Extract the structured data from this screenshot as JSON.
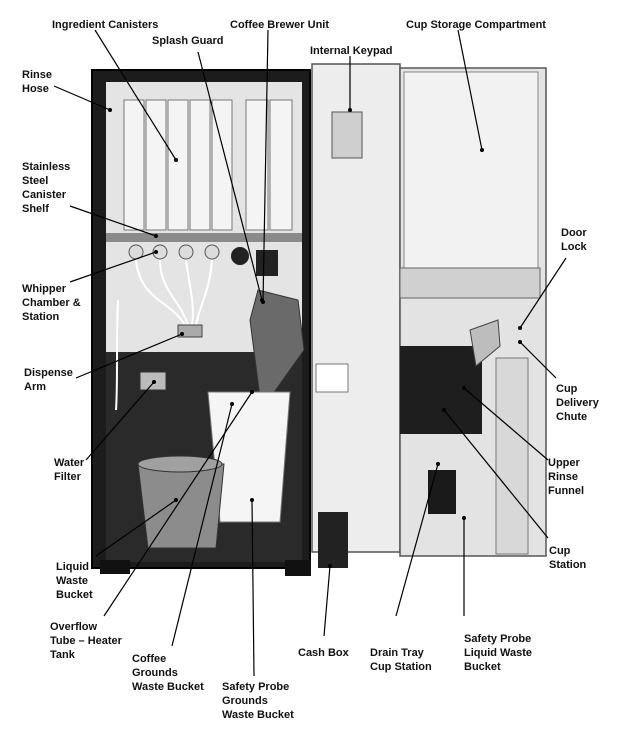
{
  "labels": {
    "ingredient_canisters": "Ingredient Canisters",
    "coffee_brewer_unit": "Coffee Brewer Unit",
    "cup_storage_compartment": "Cup Storage Compartment",
    "splash_guard": "Splash Guard",
    "internal_keypad": "Internal Keypad",
    "rinse_hose": "Rinse\nHose",
    "stainless_canister_shelf": "Stainless\nSteel\nCanister\nShelf",
    "door_lock": "Door\nLock",
    "whipper_chamber": "Whipper\nChamber &\nStation",
    "dispense_arm": "Dispense\nArm",
    "cup_delivery_chute": "Cup\nDelivery\nChute",
    "water_filter": "Water\nFilter",
    "upper_rinse_funnel": "Upper\nRinse\nFunnel",
    "liquid_waste_bucket": "Liquid\nWaste\nBucket",
    "cup_station": "Cup\nStation",
    "overflow_tube": "Overflow\nTube – Heater\nTank",
    "cash_box": "Cash Box",
    "drain_tray": "Drain Tray\nCup Station",
    "safety_probe_liquid": "Safety Probe\nLiquid Waste\nBucket",
    "coffee_grounds_bucket": "Coffee\nGrounds\nWaste Bucket",
    "safety_probe_grounds": "Safety Probe\nGrounds\nWaste Bucket"
  }
}
